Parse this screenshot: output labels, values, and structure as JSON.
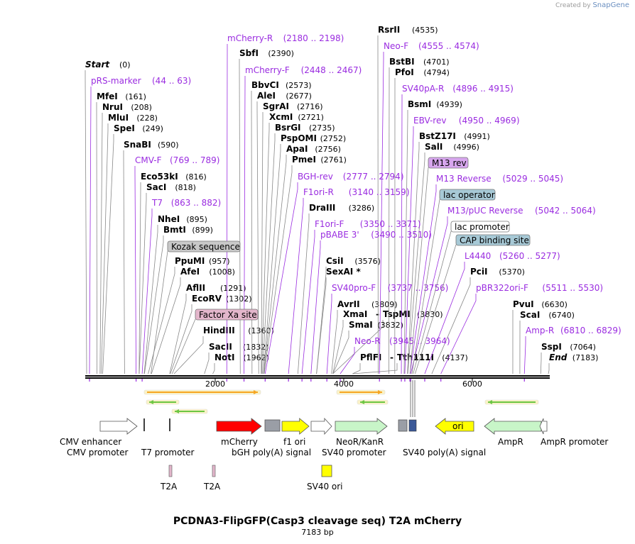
{
  "credit": {
    "text": "Created by",
    "brand": "SnapGene"
  },
  "title": "PCDNA3-FlipGFP(Casp3 cleavage seq) T2A mCherry",
  "subtitle": "7183 bp",
  "map": {
    "total_bp": 7183,
    "ticks": [
      {
        "bp": 2000,
        "label": "2000"
      },
      {
        "bp": 4000,
        "label": "4000"
      },
      {
        "bp": 6000,
        "label": "6000"
      }
    ],
    "enzymes": [
      {
        "name": "Start",
        "pos": "(0)",
        "bp": 0,
        "italic": true
      },
      {
        "name": "MfeI",
        "pos": "(161)",
        "bp": 161
      },
      {
        "name": "NruI",
        "pos": "(208)",
        "bp": 208
      },
      {
        "name": "MluI",
        "pos": "(228)",
        "bp": 228
      },
      {
        "name": "SpeI",
        "pos": "(249)",
        "bp": 249
      },
      {
        "name": "SnaBI",
        "pos": "(590)",
        "bp": 590
      },
      {
        "name": "Eco53kI",
        "pos": "(816)",
        "bp": 816
      },
      {
        "name": "SacI",
        "pos": "(818)",
        "bp": 818
      },
      {
        "name": "NheI",
        "pos": "(895)",
        "bp": 895
      },
      {
        "name": "BmtI",
        "pos": "(899)",
        "bp": 899
      },
      {
        "name": "PpuMI",
        "pos": "(957)",
        "bp": 957
      },
      {
        "name": "AfeI",
        "pos": "(1008)",
        "bp": 1008
      },
      {
        "name": "AflII",
        "pos": "(1291)",
        "bp": 1291
      },
      {
        "name": "EcoRV",
        "pos": "(1302)",
        "bp": 1302
      },
      {
        "name": "HindIII",
        "pos": "(1360)",
        "bp": 1360
      },
      {
        "name": "SacII",
        "pos": "(1832)",
        "bp": 1832
      },
      {
        "name": "NotI",
        "pos": "(1962)",
        "bp": 1962
      },
      {
        "name": "SbfI",
        "pos": "(2390)",
        "bp": 2390
      },
      {
        "name": "BbvCI",
        "pos": "(2573)",
        "bp": 2573
      },
      {
        "name": "AleI",
        "pos": "(2677)",
        "bp": 2677
      },
      {
        "name": "SgrAI",
        "pos": "(2716)",
        "bp": 2716
      },
      {
        "name": "XcmI",
        "pos": "(2721)",
        "bp": 2721
      },
      {
        "name": "BsrGI",
        "pos": "(2735)",
        "bp": 2735
      },
      {
        "name": "PspOMI",
        "pos": "(2752)",
        "bp": 2752
      },
      {
        "name": "ApaI",
        "pos": "(2756)",
        "bp": 2756
      },
      {
        "name": "PmeI",
        "pos": "(2761)",
        "bp": 2761
      },
      {
        "name": "DraIII",
        "pos": "(3286)",
        "bp": 3286
      },
      {
        "name": "CsiI",
        "pos": "(3576)",
        "bp": 3576
      },
      {
        "name": "SexAI *",
        "pos": "",
        "bp": 3576
      },
      {
        "name": "AvrII",
        "pos": "(3809)",
        "bp": 3809
      },
      {
        "name": "XmaI",
        "pos": "",
        "bp": 3830
      },
      {
        "name": "-",
        "pos": "",
        "bp": 3830,
        "plain": true
      },
      {
        "name": "TspMI",
        "pos": "(3830)",
        "bp": 3830
      },
      {
        "name": "SmaI",
        "pos": "(3832)",
        "bp": 3832
      },
      {
        "name": "PflFI",
        "pos": "",
        "bp": 4137
      },
      {
        "name": "-",
        "pos": "",
        "bp": 4137,
        "plain": true
      },
      {
        "name": "Tth111I",
        "pos": "(4137)",
        "bp": 4137
      },
      {
        "name": "RsrII",
        "pos": "(4535)",
        "bp": 4535
      },
      {
        "name": "BstBI",
        "pos": "(4701)",
        "bp": 4701
      },
      {
        "name": "PfoI",
        "pos": "(4794)",
        "bp": 4794
      },
      {
        "name": "BsmI",
        "pos": "(4939)",
        "bp": 4939
      },
      {
        "name": "BstZ17I",
        "pos": "(4991)",
        "bp": 4991
      },
      {
        "name": "SalI",
        "pos": "(4996)",
        "bp": 4996
      },
      {
        "name": "PciI",
        "pos": "(5370)",
        "bp": 5370
      },
      {
        "name": "PvuI",
        "pos": "(6630)",
        "bp": 6630
      },
      {
        "name": "ScaI",
        "pos": "(6740)",
        "bp": 6740
      },
      {
        "name": "SspI",
        "pos": "(7064)",
        "bp": 7064
      },
      {
        "name": "End",
        "pos": "(7183)",
        "bp": 7183,
        "italic": true
      }
    ],
    "primers": [
      {
        "name": "pRS-marker",
        "range": "(44 .. 63)",
        "bp": 44
      },
      {
        "name": "CMV-F",
        "range": "(769 .. 789)",
        "bp": 769
      },
      {
        "name": "T7",
        "range": "(863 .. 882)",
        "bp": 863
      },
      {
        "name": "mCherry-R",
        "range": "(2180 .. 2198)",
        "bp": 2180
      },
      {
        "name": "mCherry-F",
        "range": "(2448 .. 2467)",
        "bp": 2448
      },
      {
        "name": "BGH-rev",
        "range": "(2777 .. 2794)",
        "bp": 2777
      },
      {
        "name": "F1ori-R",
        "range": "(3140 .. 3159)",
        "bp": 3140
      },
      {
        "name": "F1ori-F",
        "range": "(3350 .. 3371)",
        "bp": 3350
      },
      {
        "name": "pBABE 3'",
        "range": "(3490 .. 3510)",
        "bp": 3490
      },
      {
        "name": "SV40pro-F",
        "range": "(3737 .. 3756)",
        "bp": 3737
      },
      {
        "name": "Neo-R",
        "range": "(3945 .. 3964)",
        "bp": 3945
      },
      {
        "name": "Neo-F",
        "range": "(4555 .. 4574)",
        "bp": 4555
      },
      {
        "name": "SV40pA-R",
        "range": "(4896 .. 4915)",
        "bp": 4896
      },
      {
        "name": "EBV-rev",
        "range": "(4950 .. 4969)",
        "bp": 4950
      },
      {
        "name": "M13 Reverse",
        "range": "(5029 .. 5045)",
        "bp": 5029
      },
      {
        "name": "M13/pUC Reverse",
        "range": "(5042 .. 5064)",
        "bp": 5042
      },
      {
        "name": "L4440",
        "range": "(5260 .. 5277)",
        "bp": 5260
      },
      {
        "name": "pBR322ori-F",
        "range": "(5511 .. 5530)",
        "bp": 5511
      },
      {
        "name": "Amp-R",
        "range": "(6810 .. 6829)",
        "bp": 6810
      }
    ],
    "boxed_labels": [
      {
        "name": "Kozak sequence",
        "bp": 1000,
        "color": "#c8c8c8"
      },
      {
        "name": "Factor Xa site",
        "bp": 1330,
        "color": "#e3b6cb"
      },
      {
        "name": "M13 rev",
        "bp": 5030,
        "color": "#d7a6ee"
      },
      {
        "name": "lac operator",
        "bp": 5060,
        "color": "#a7c9d6"
      },
      {
        "name": "lac promoter",
        "bp": 5080,
        "color": "#ffffff"
      },
      {
        "name": "CAP binding site",
        "bp": 5110,
        "color": "#a7c9d6"
      }
    ],
    "features": [
      {
        "name": "CMV enhancer",
        "color": "#ffffff"
      },
      {
        "name": "CMV promoter",
        "color": "#ffffff"
      },
      {
        "name": "T7 promoter",
        "color": "#ffffff"
      },
      {
        "name": "T2A",
        "color": "#e3b6cb"
      },
      {
        "name": "T2A",
        "color": "#e3b6cb"
      },
      {
        "name": "mCherry",
        "color": "#ff0000"
      },
      {
        "name": "bGH poly(A) signal",
        "color": "#9a9ea6"
      },
      {
        "name": "f1 ori",
        "color": "#ffff00"
      },
      {
        "name": "SV40 promoter",
        "color": "#ffffff"
      },
      {
        "name": "SV40 ori",
        "color": "#ffff00"
      },
      {
        "name": "NeoR/KanR",
        "color": "#c8f5c8"
      },
      {
        "name": "SV40 poly(A) signal",
        "color": "#9a9ea6"
      },
      {
        "name": "ori",
        "color": "#ffff00"
      },
      {
        "name": "AmpR",
        "color": "#c8f5c8"
      },
      {
        "name": "AmpR promoter",
        "color": "#ffffff"
      }
    ]
  }
}
